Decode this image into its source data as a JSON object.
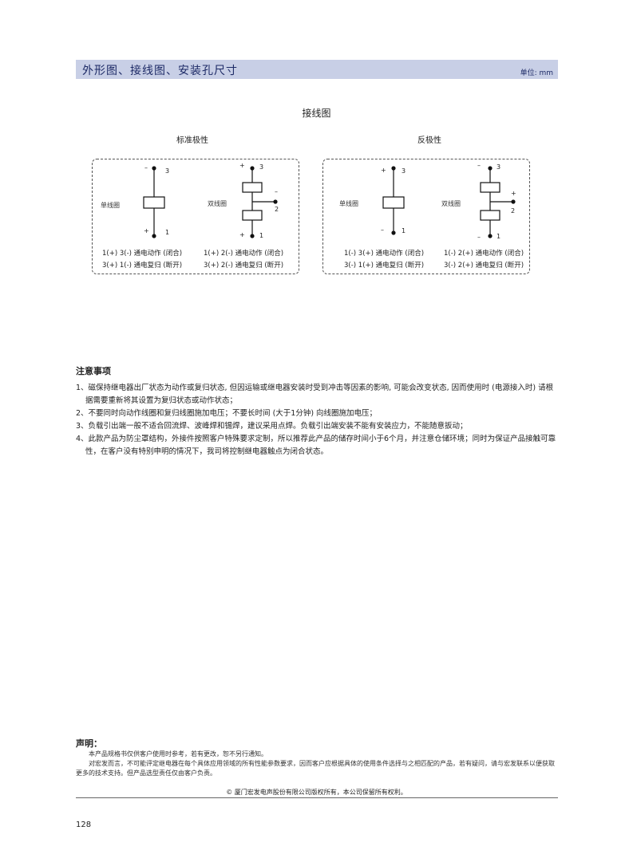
{
  "header": {
    "title": "外形图、接线图、安装孔尺寸",
    "unit": "单位: mm"
  },
  "section_title": "接线图",
  "polarity": {
    "standard": "标准极性",
    "reverse": "反极性"
  },
  "coil": {
    "single": "单线圈",
    "double": "双线圈"
  },
  "terminals": {
    "t1": "1",
    "t2": "2",
    "t3": "3",
    "plus": "+",
    "minus": "–"
  },
  "std_desc": {
    "single_1": {
      "main": "1(+) 3(-) 通电动作",
      "paren": "(闭合)"
    },
    "single_2": {
      "main": "3(+) 1(-) 通电复归",
      "paren": "(断开)"
    },
    "double_1": {
      "main": "1(+) 2(-) 通电动作",
      "paren": "(闭合)"
    },
    "double_2": {
      "main": "3(+) 2(-) 通电复归",
      "paren": "(断开)"
    }
  },
  "rev_desc": {
    "single_1": {
      "main": "1(-) 3(+) 通电动作",
      "paren": "(闭合)"
    },
    "single_2": {
      "main": "3(-) 1(+) 通电复归",
      "paren": "(断开)"
    },
    "double_1": {
      "main": "1(-) 2(+) 通电动作",
      "paren": "(闭合)"
    },
    "double_2": {
      "main": "3(-) 2(+) 通电复归",
      "paren": "(断开)"
    }
  },
  "notes": {
    "title": "注意事项",
    "items": [
      "1、磁保持继电器出厂状态为动作或复归状态, 但因运输或继电器安装时受到冲击等因素的影响, 可能会改变状态, 因而使用时 (电源接入时) 请根据需要重新将其设置为复归状态或动作状态；",
      "2、不要同时向动作线圈和复归线圈施加电压；不要长时间 (大于1分钟) 向线圈施加电压；",
      "3、负载引出端一般不适合回流焊、波峰焊和锡焊，建议采用点焊。负载引出端安装不能有安装应力，不能随意扳动；",
      "4、此款产品为防尘罩结构，外接件按照客户特殊要求定制，所以推荐此产品的储存时间小于6个月，并注意仓储环境；同时为保证产品接触可靠性，在客户没有特别申明的情况下，我司将控制继电器触点为闭合状态。"
    ]
  },
  "declaration": {
    "title": "声明：",
    "line1": "本产品规格书仅供客户使用时参考，若有更改，恕不另行通知。",
    "line2": "对宏发而言，不可能评定继电器在每个具体应用领域的所有性能参数要求，因而客户应根据具体的使用条件选择与之相匹配的产品，若有疑问，请与宏发联系以便获取更多的技术支持。但产品选型责任仅由客户负责。"
  },
  "copyright": "© 厦门宏发电声股份有限公司版权所有，本公司保留所有权利。",
  "page_number": "128"
}
